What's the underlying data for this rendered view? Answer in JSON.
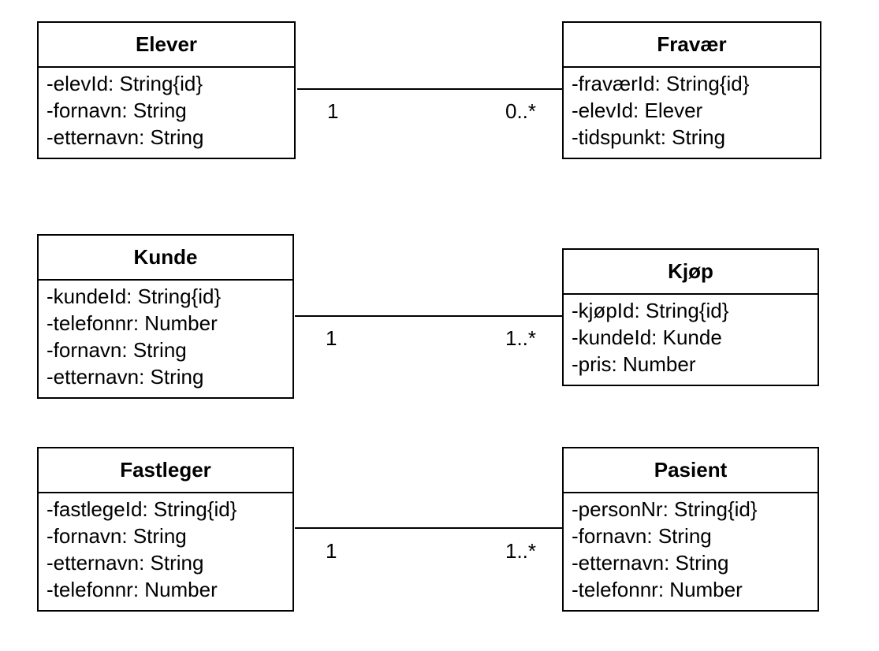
{
  "diagram": {
    "classes": {
      "elever": {
        "name": "Elever",
        "attributes": [
          "-elevId: String{id}",
          "-fornavn: String",
          "-etternavn: String"
        ]
      },
      "fravaer": {
        "name": "Fravær",
        "attributes": [
          "-fraværId: String{id}",
          "-elevId: Elever",
          "-tidspunkt: String"
        ]
      },
      "kunde": {
        "name": "Kunde",
        "attributes": [
          "-kundeId: String{id}",
          "-telefonnr: Number",
          "-fornavn: String",
          "-etternavn: String"
        ]
      },
      "kjop": {
        "name": "Kjøp",
        "attributes": [
          "-kjøpId: String{id}",
          "-kundeId: Kunde",
          "-pris: Number"
        ]
      },
      "fastleger": {
        "name": "Fastleger",
        "attributes": [
          "-fastlegeId: String{id}",
          "-fornavn: String",
          "-etternavn: String",
          "-telefonnr: Number"
        ]
      },
      "pasient": {
        "name": "Pasient",
        "attributes": [
          "-personNr: String{id}",
          "-fornavn: String",
          "-etternavn: String",
          "-telefonnr: Number"
        ]
      }
    },
    "associations": {
      "elever_fravaer": {
        "source_multiplicity": "1",
        "target_multiplicity": "0..*"
      },
      "kunde_kjop": {
        "source_multiplicity": "1",
        "target_multiplicity": "1..*"
      },
      "fastleger_pasient": {
        "source_multiplicity": "1",
        "target_multiplicity": "1..*"
      }
    }
  }
}
